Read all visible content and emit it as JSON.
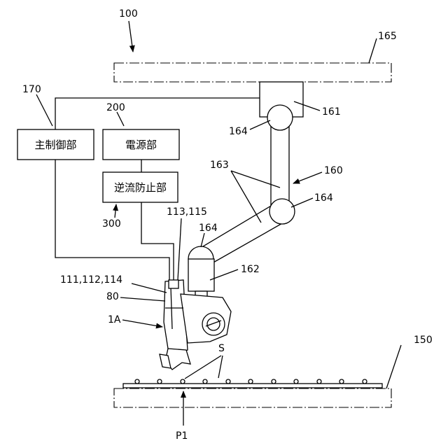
{
  "blocks": {
    "main_control": "主制御部",
    "power_supply": "電源部",
    "backflow_prevention": "逆流防止部"
  },
  "refs": {
    "system": "100",
    "rail": "165",
    "main_control": "170",
    "power_supply": "200",
    "backflow_prevention": "300",
    "base": "161",
    "joint_top": "164",
    "joint_mid": "164",
    "joint_low": "164",
    "arm_links": "163",
    "arm": "160",
    "wrist": "162",
    "cable_refs": "113,115",
    "gun_parts": "111,112,114",
    "nozzle": "80",
    "tool": "1A",
    "spots": "S",
    "workpiece": "150",
    "point": "P1"
  }
}
